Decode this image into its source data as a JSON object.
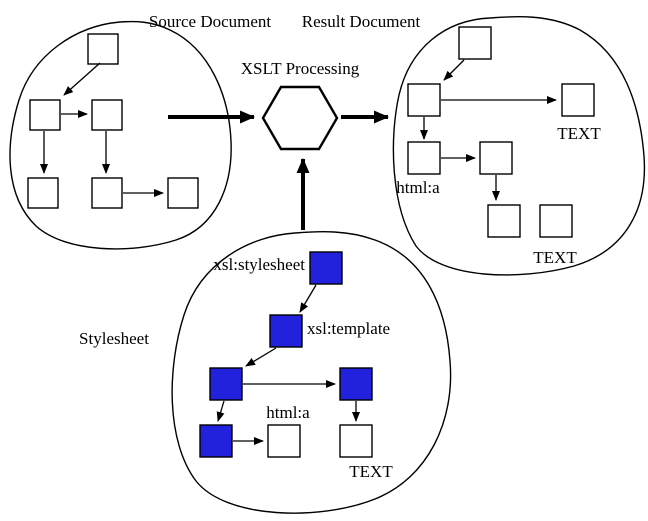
{
  "colors": {
    "background": "#ffffff",
    "node_white_fill": "#ffffff",
    "node_blue_fill": "#2222dd",
    "line": "#000000"
  },
  "diagram": {
    "source": {
      "title": "Source Document"
    },
    "processor": {
      "title": "XSLT Processing"
    },
    "result": {
      "title": "Result Document",
      "html_a_label": "html:a",
      "text_label_top": "TEXT",
      "text_label_bottom": "TEXT"
    },
    "stylesheet": {
      "title": "Stylesheet",
      "xsl_stylesheet_label": "xsl:stylesheet",
      "xsl_template_label": "xsl:template",
      "html_a_label": "html:a",
      "text_label": "TEXT"
    }
  }
}
